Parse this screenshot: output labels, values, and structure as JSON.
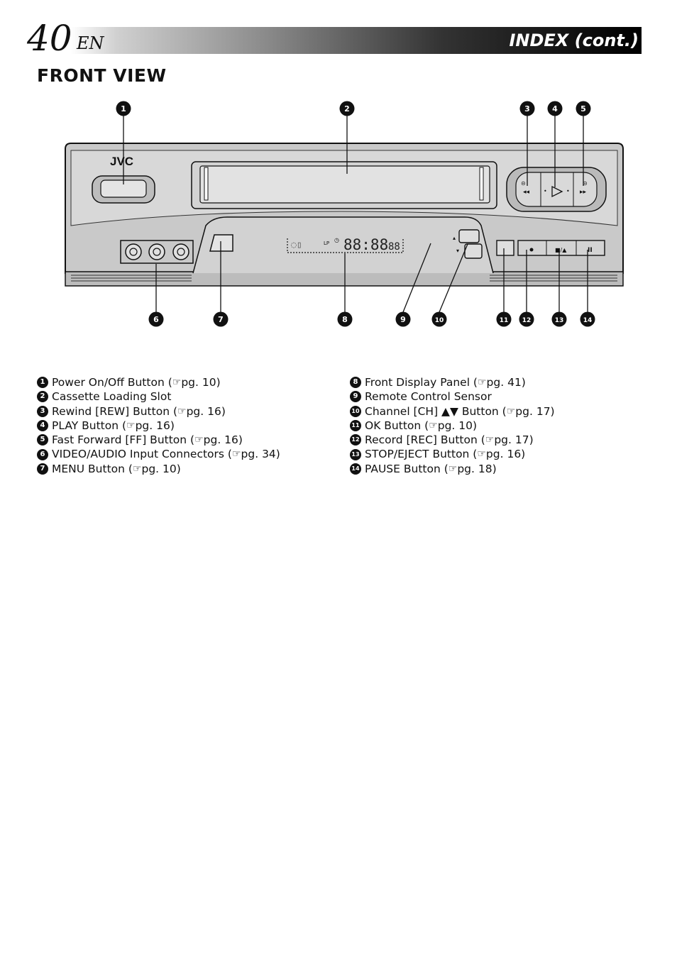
{
  "header": {
    "page_number": "40",
    "language": "EN",
    "section_title": "INDEX (cont.)"
  },
  "subtitle": "FRONT VIEW",
  "diagram": {
    "brand": "JVC",
    "callouts": [
      "1",
      "2",
      "3",
      "4",
      "5",
      "6",
      "7",
      "8",
      "9",
      "10",
      "11",
      "12",
      "13",
      "14"
    ]
  },
  "legend_left": [
    {
      "num": "1",
      "label": "Power On/Off Button (",
      "ref": "pg. 10)"
    },
    {
      "num": "2",
      "label": "Cassette Loading Slot",
      "ref": ""
    },
    {
      "num": "3",
      "label": "Rewind [REW] Button (",
      "ref": "pg. 16)"
    },
    {
      "num": "4",
      "label": "PLAY Button (",
      "ref": "pg. 16)"
    },
    {
      "num": "5",
      "label": "Fast Forward [FF] Button (",
      "ref": "pg. 16)"
    },
    {
      "num": "6",
      "label": "VIDEO/AUDIO Input Connectors (",
      "ref": "pg. 34)"
    },
    {
      "num": "7",
      "label": "MENU Button (",
      "ref": "pg. 10)"
    }
  ],
  "legend_right": [
    {
      "num": "8",
      "label": "Front Display Panel (",
      "ref": "pg. 41)"
    },
    {
      "num": "9",
      "label": "Remote Control Sensor",
      "ref": ""
    },
    {
      "num": "10",
      "label": "Channel [CH] ▲▼ Button (",
      "ref": "pg. 17)"
    },
    {
      "num": "11",
      "label": "OK Button (",
      "ref": "pg. 10)"
    },
    {
      "num": "12",
      "label": "Record [REC] Button (",
      "ref": "pg. 17)"
    },
    {
      "num": "13",
      "label": "STOP/EJECT Button (",
      "ref": "pg. 16)"
    },
    {
      "num": "14",
      "label": "PAUSE Button (",
      "ref": "pg. 18)"
    }
  ],
  "icons": {
    "reference": "pointing-hand-icon"
  }
}
